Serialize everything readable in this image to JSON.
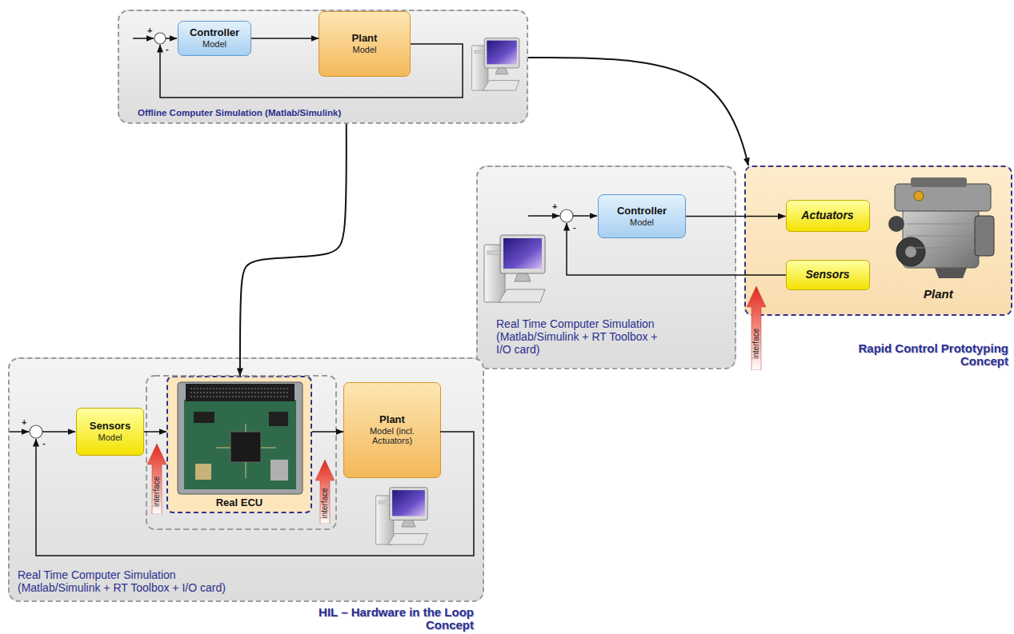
{
  "diagram": {
    "nodes": [
      {
        "text": [
          "Offline Computer Simulation (Matlab/Simulink)"
        ]
      },
      {
        "text": [
          "Controller",
          "Model"
        ],
        "in": 0
      },
      {
        "text": [
          "Plant",
          "Model"
        ],
        "in": 0
      },
      {
        "text": [
          "Real Time Computer Simulation (Matlab/Simulink + RT Toolbox + I/O card)"
        ]
      },
      {
        "text": [
          "Controller",
          "Model"
        ],
        "in": 3
      },
      {
        "text": [
          "Plant"
        ]
      },
      {
        "text": [
          "Actuators"
        ],
        "in": 5
      },
      {
        "text": [
          "Sensors"
        ],
        "in": 5
      },
      {
        "text": [
          "interface"
        ]
      },
      {
        "text": [
          "Real Time Computer Simulation (Matlab/Simulink + RT Toolbox + I/O card)"
        ]
      },
      {
        "text": [
          "Sensors",
          "Model"
        ],
        "in": 9
      },
      {
        "text": [
          "interface"
        ],
        "in": 9
      },
      {
        "text": [
          "Real ECU"
        ],
        "in": 9
      },
      {
        "text": [
          "interface"
        ],
        "in": 9
      },
      {
        "text": [
          "Plant",
          "Model (incl. Actuators)"
        ],
        "in": 9
      }
    ],
    "edges": [
      {
        "from": 1,
        "to": 2,
        "arrow": "to"
      },
      {
        "from": 0,
        "to": 5,
        "arrow": "to"
      },
      {
        "from": 0,
        "to": 12,
        "arrow": "to"
      },
      {
        "from": 4,
        "to": 6,
        "arrow": "to"
      },
      {
        "from": 10,
        "to": 12,
        "arrow": "to"
      },
      {
        "from": 12,
        "to": 14,
        "arrow": "to"
      }
    ],
    "labels": [
      "Rapid Control Prototyping Concept",
      "HIL – Hardware in the Loop Concept",
      "+",
      "-",
      "+",
      "-",
      "+",
      "-"
    ]
  }
}
